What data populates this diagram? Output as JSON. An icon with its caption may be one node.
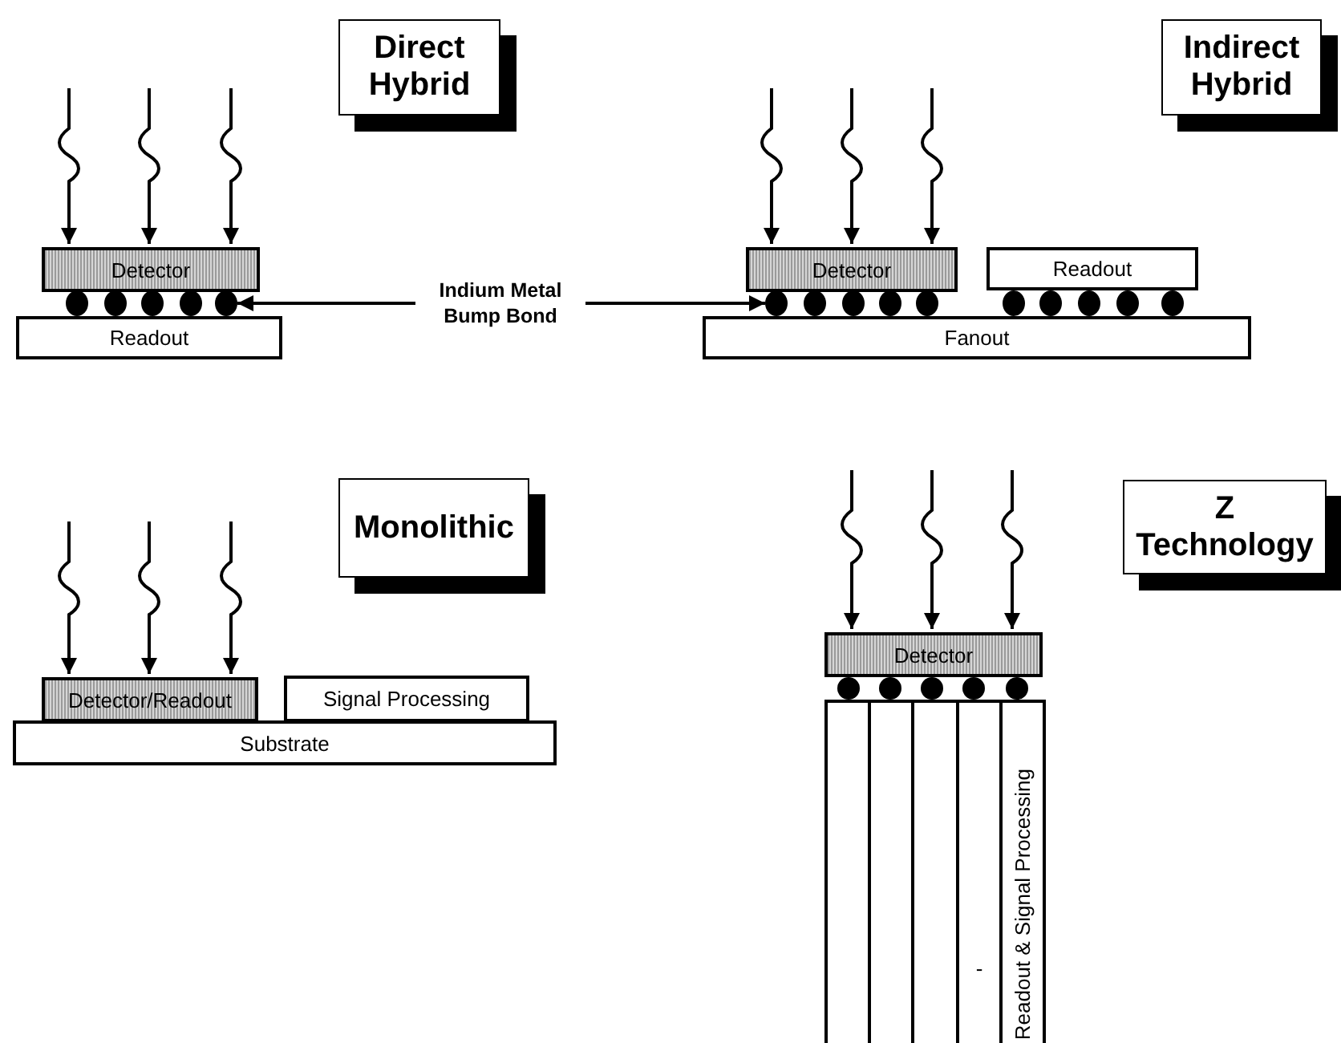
{
  "diagram": {
    "nodes": [
      {
        "text": [
          "Direct Hybrid"
        ]
      },
      {
        "text": [
          "Detector"
        ]
      },
      {
        "text": [
          "Readout"
        ]
      },
      {
        "text": [
          "Indium Metal Bump Bond"
        ]
      },
      {
        "text": [],
        "shape": "circle"
      },
      {
        "text": [
          "Indirect Hybrid"
        ]
      },
      {
        "text": [
          "Detector"
        ]
      },
      {
        "text": [
          "Readout"
        ]
      },
      {
        "text": [
          "Fanout"
        ]
      },
      {
        "text": [],
        "shape": "circle"
      },
      {
        "text": [
          "Monolithic"
        ]
      },
      {
        "text": [
          "Detector/Readout"
        ]
      },
      {
        "text": [
          "Signal Processing"
        ]
      },
      {
        "text": [
          "Substrate"
        ]
      },
      {
        "text": [
          "Z Technology"
        ]
      },
      {
        "text": [
          "Detector"
        ]
      },
      {
        "text": [],
        "shape": "box"
      },
      {
        "text": [],
        "shape": "box"
      },
      {
        "text": [],
        "shape": "box"
      },
      {
        "text": [
          "-"
        ]
      },
      {
        "text": [
          "Readout & Signal Processing"
        ]
      }
    ],
    "edges": [
      {
        "from": null,
        "to": 1,
        "arrow": "to"
      },
      {
        "from": null,
        "to": 1,
        "arrow": "to"
      },
      {
        "from": null,
        "to": 1,
        "arrow": "to"
      },
      {
        "from": null,
        "to": 6,
        "arrow": "to"
      },
      {
        "from": null,
        "to": 6,
        "arrow": "to"
      },
      {
        "from": null,
        "to": 6,
        "arrow": "to"
      },
      {
        "from": null,
        "to": 11,
        "arrow": "to"
      },
      {
        "from": null,
        "to": 11,
        "arrow": "to"
      },
      {
        "from": null,
        "to": 11,
        "arrow": "to"
      },
      {
        "from": null,
        "to": 15,
        "arrow": "to"
      },
      {
        "from": null,
        "to": 15,
        "arrow": "to"
      },
      {
        "from": null,
        "to": 15,
        "arrow": "to"
      },
      {
        "from": 3,
        "to": 4,
        "arrow": "to"
      },
      {
        "from": 3,
        "to": 9,
        "arrow": "to"
      }
    ]
  }
}
